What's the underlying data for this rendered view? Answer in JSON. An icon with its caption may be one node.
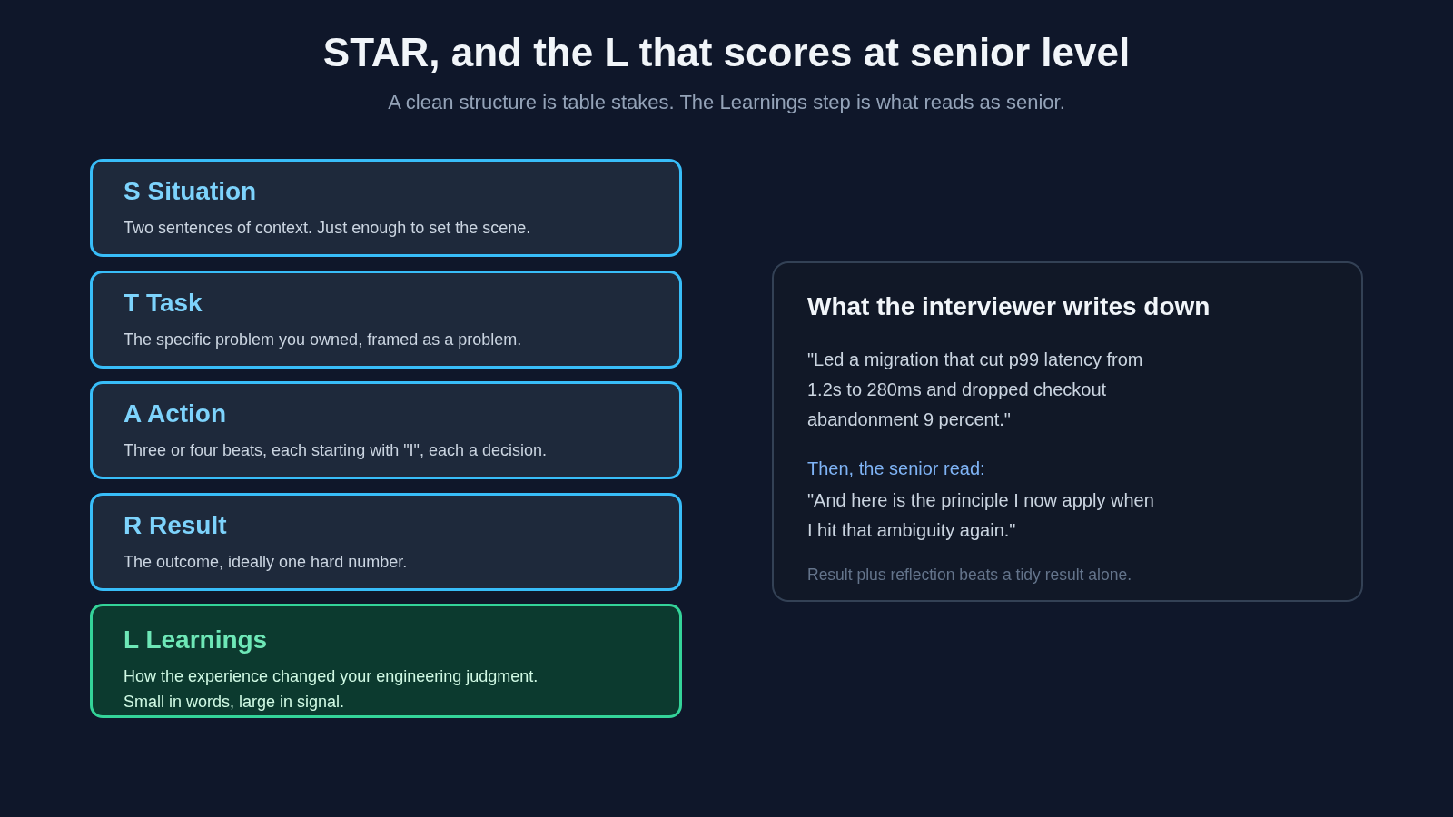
{
  "diagram": {
    "title": "STAR, and the L that scores at senior level",
    "caption": "A clean structure is table stakes. The Learnings step is what reads as senior.",
    "nodes": [
      {
        "text": [
          "S Situation",
          "Two sentences of context. Just enough to set the scene."
        ]
      },
      {
        "text": [
          "T Task",
          "The specific problem you owned, framed as a problem."
        ]
      },
      {
        "text": [
          "A Action",
          "Three or four beats, each starting with \"I\", each a decision."
        ]
      },
      {
        "text": [
          "R Result",
          "The outcome, ideally one hard number."
        ]
      },
      {
        "text": [
          "L Learnings",
          "How the experience changed your engineering judgment. Small in words, large in signal."
        ]
      },
      {
        "text": [
          "What the interviewer writes down",
          "\"Led a migration that cut p99 latency from 1.2s to 280ms and dropped checkout abandonment 9 percent.\"",
          "Then, the senior read:",
          "\"And here is the principle I now apply when I hit that ambiguity again.\"",
          "Result plus reflection beats a tidy result alone."
        ]
      }
    ]
  }
}
